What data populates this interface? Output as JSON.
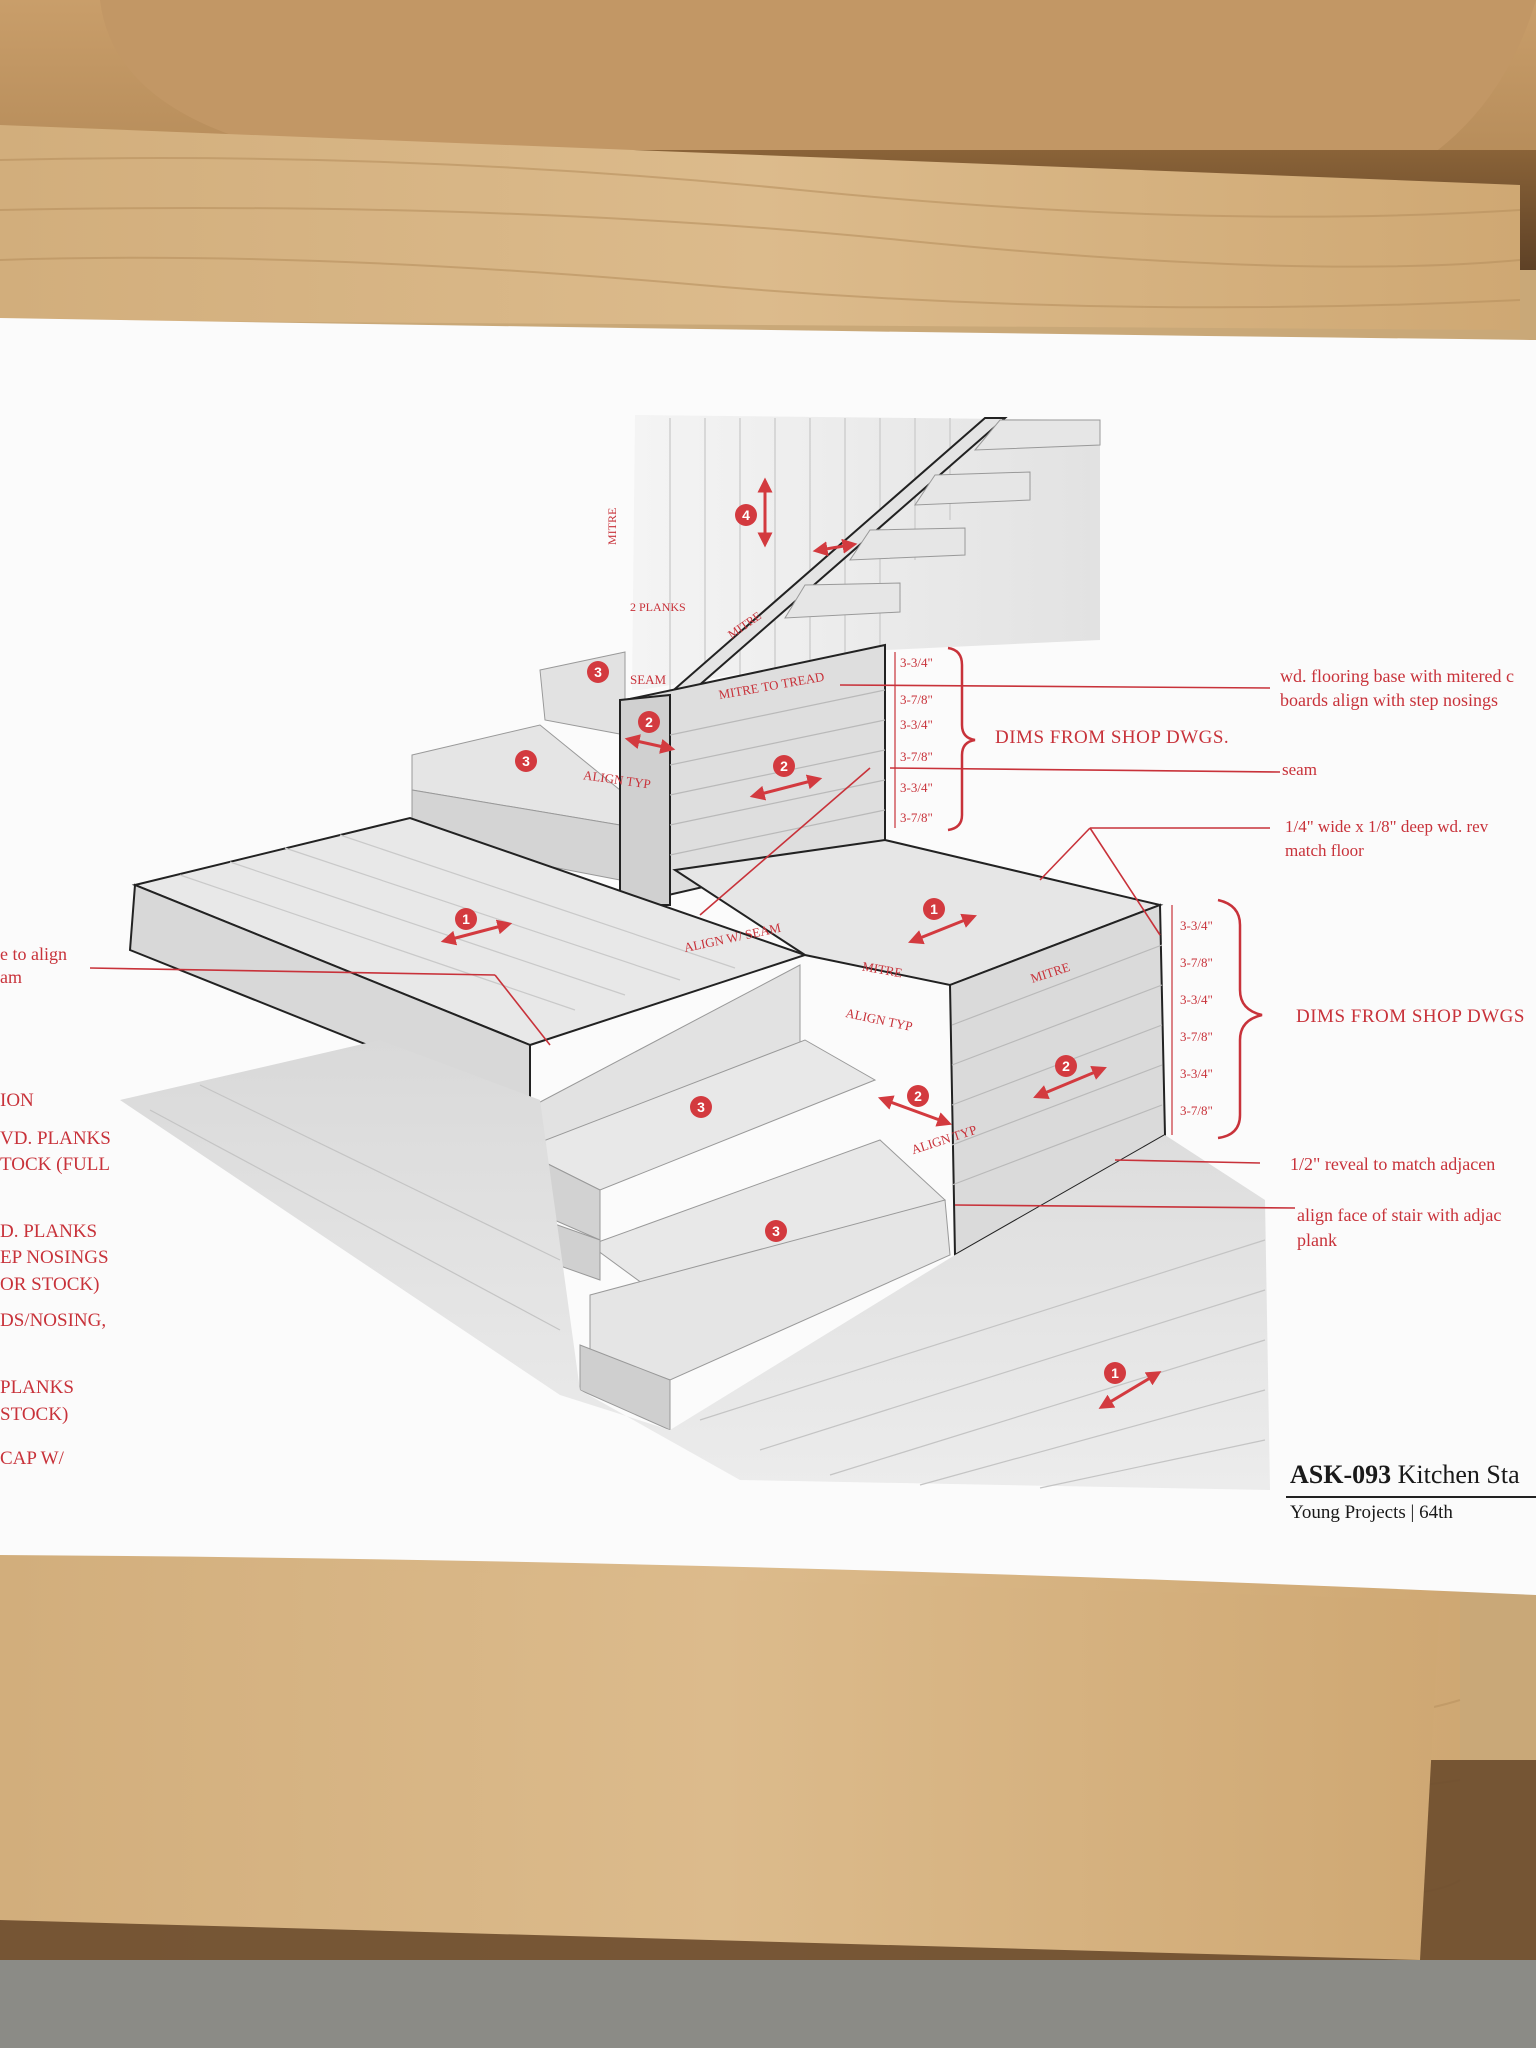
{
  "numbers": [
    "1",
    "2",
    "3",
    "4"
  ],
  "dims_upper": [
    "3-3/4\"",
    "3-7/8\"",
    "3-3/4\"",
    "3-7/8\"",
    "3-3/4\"",
    "3-7/8\""
  ],
  "dims_lower": [
    "3-3/4\"",
    "3-7/8\"",
    "3-3/4\"",
    "3-7/8\"",
    "3-3/4\"",
    "3-7/8\""
  ],
  "drawing_labels": {
    "mitre_vertical": "MITRE",
    "two_planks": "2 PLANKS",
    "mitre_stringer": "MITRE",
    "seam": "SEAM",
    "mitre_to_tread": "MITRE TO TREAD",
    "align_typ_upper": "ALIGN TYP",
    "align_w_seam": "ALIGN W/ SEAM",
    "mitre_left": "MITRE",
    "mitre_right": "MITRE",
    "align_typ_mid": "ALIGN TYP",
    "align_typ_low": "ALIGN TYP"
  },
  "right_notes": {
    "flooring_base_1": "wd. flooring base with mitered c",
    "flooring_base_2": "boards align with step nosings",
    "dims_upper": "DIMS FROM SHOP DWGS.",
    "seam": "seam",
    "reveal_1": "1/4\" wide x 1/8\" deep wd. rev",
    "reveal_2": "match floor",
    "dims_lower": "DIMS FROM SHOP DWGS",
    "reveal_half": "1/2\" reveal to match adjacen",
    "align_face_1": "align face of stair with adjac",
    "align_face_2": "plank"
  },
  "left_notes": {
    "align_1": "e to align",
    "align_2": "am",
    "l1": "ION",
    "l2": "VD. PLANKS",
    "l3": "TOCK (FULL",
    "l4": "D. PLANKS",
    "l5": "EP NOSINGS",
    "l6": "OR STOCK)",
    "l7": "DS/NOSING,",
    "l8": "PLANKS",
    "l9": " STOCK)",
    "l10": "CAP W/"
  },
  "title_block": {
    "code": "ASK-093",
    "title": "Kitchen Sta",
    "subtitle": "Young Projects | 64th"
  },
  "colors": {
    "annotation_red": "#c8323a",
    "wood_light": "#d6b88c",
    "wood_dark": "#7a5a38",
    "paper": "#fbfbfb"
  }
}
